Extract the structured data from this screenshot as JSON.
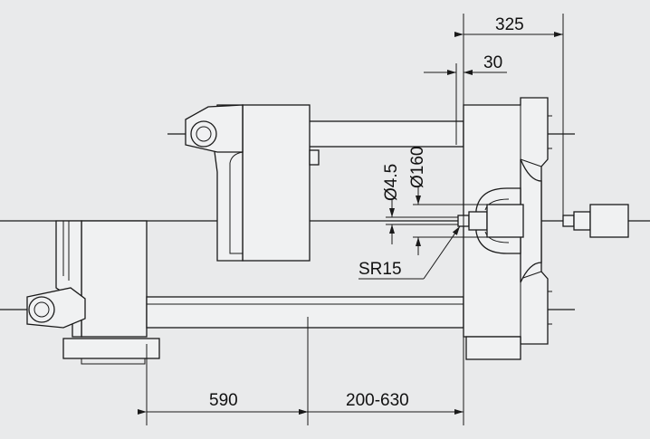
{
  "dimensions": {
    "d325": "325",
    "d30": "30",
    "dia45": "Ø4.5",
    "dia160": "Ø160",
    "sr15": "SR15",
    "d590": "590",
    "d200_630": "200-630"
  },
  "colors": {
    "background": "#e9eaeb",
    "line": "#1a1a1a",
    "part_fill": "#f0f1f2"
  }
}
